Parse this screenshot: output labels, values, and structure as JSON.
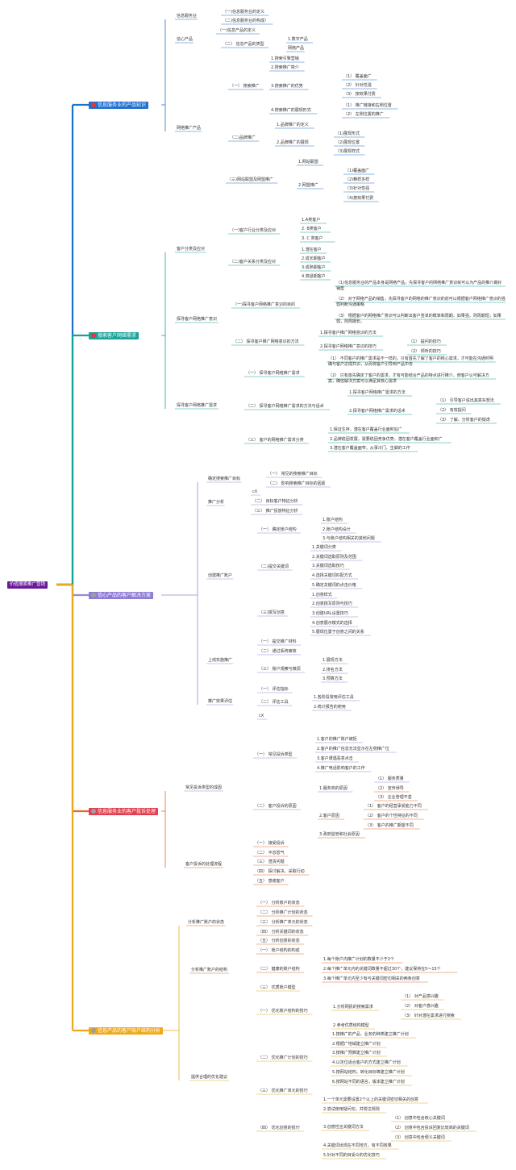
{
  "colors": {
    "root": "#6a1b9a",
    "b1": "#1f6fd1",
    "b2": "#1aa199",
    "b3": "#8e7bd6",
    "b4": "#e0404f",
    "b5": "#f0a818",
    "line_b1": "#1a73c9",
    "line_b2": "#12a39a",
    "line_b3": "#9a89d8",
    "line_b4": "#e06a2a",
    "line_b5": "#e8a820"
  },
  "root": "价值搜索推广营销",
  "branches": [
    {
      "label": "信息服务业的产品知识",
      "icon": "red-circle-icon"
    },
    {
      "label": "搜索客户网络需求",
      "icon": "red-circle-icon"
    },
    {
      "label": "信心产品的客户解决方案",
      "icon": "gray-circle-icon"
    },
    {
      "label": "信息服务业的客户投诉处理",
      "icon": "gray-circle-icon"
    },
    {
      "label": "信息产品的客户账户结构分析",
      "icon": "gray-circle-icon"
    }
  ],
  "nodes": [
    "信息服务业",
    "（一)信息服务业的定义",
    "（二)信息服务业的构成）",
    "信心产品",
    "（一)信息产品的定义",
    "（二） 信息产品的类型",
    "1.数字产品",
    "网络产品",
    "网络推广产品",
    "（一） 搜索推广",
    "1.搜索引擎营销",
    "2.搜索推广简介",
    "3.搜索推广的优势",
    "（1） 覆盖面广",
    "（2） 针对性强",
    "（3） 按效果付费",
    "4.搜索推广的展现形式",
    "（1） 推广链接和右侧位置",
    "（2） 左侧位置的推广",
    "（二)品牌推广",
    "1.品牌推广的定义",
    "2.品牌推广的展现",
    "（1)展现形式",
    "（2)展现位置",
    "（3)展现样式",
    "（三)网站联盟及网盟推广",
    "1.网站联盟",
    "2.网盟推广",
    "（1)覆盖面广",
    "（2)精样多样",
    "（3)针对性强",
    "（4)按效果付费",
    "客户分类及应对",
    "（一)客户行业分类及应对",
    "1.A类客户",
    "2. B类客户",
    "3. C 类客户",
    "（二)客户关系分类及应对",
    "1.潜在客户",
    "2.成长期客户",
    "3.成熟期客户",
    "4.衰退期客户",
    "探寻客户网络推广意识",
    "（一)探寻客户网络推广意识的目的",
    "（1)信息服务业的产品本身是网络产品，先探寻客户的网络推广意识就可以为产品的推介做好铺垫",
    "（2） 对于网络产品的销售，先探寻客户的网络的推广意识的前可以根据客户网络推广意识的强弱判断沟通策略",
    "（3） 根据客户的网络推广意识可以判断出客户签单的概率和周期，如果强，则周期短；如果弱，则周期长。",
    "（二） 探寻客户推广网络意识的方法",
    "1.探寻客户推广网络意识的方法",
    "2.探寻客户网络推广意识的技巧",
    "（1） 提问的技巧",
    "（2） 倾听的技巧",
    "探寻客户网络推广需求",
    "（一） 探寻客户网络推广需求",
    "（1） 不同客户的推广需求是不一样的，只有首先了解了客户的核心需求，才可能在沟通时明确与客户达成共识，从而将客户引导到产品中去",
    "（2） 只有首先确定了客户的需求，才有可能结合产品的特点进行推介，使客户认可解决方案，确信解决方案可以满足其核心需求",
    "（二） 探寻客户网络推广需求的方法与话术",
    "1.探寻客户网络推广需求的方法",
    "2.探寻客户网络推广需求的话术",
    "（1） 引导客户说出其真实想法",
    "（2） 有效提问",
    "（3） 了解、分析客户的疑虑",
    "（三） 客户的网络推广需求分类",
    "1.保证生存，潜在客户覆盖行业面积狂广",
    "2.品牌稳固发展，需要稳固竞争优势，潜在客户覆盖行业面积广",
    "3.潜在客户覆盖面窄，从事冷门、生僻的工作",
    "确定搜索推广目标",
    "（一） 常见的搜索推广目标",
    "（二） 影响搜索推广目标的因素",
    "推广分析",
    "cX",
    "（二） 目标客户特征分析",
    "（三） 推广投放特征分析",
    "创建推广账户",
    "（一） 确定账户结构",
    "1.账户结构",
    "2.账户结构设计",
    "3.与账户结构相关的其他问题",
    "（二)提交关键词",
    "1.关键词分类",
    "2.关键词选取原则及范围",
    "3.关键词选取技巧",
    "4.选择关键词匹配方式",
    "5.确定关键词的点击价格",
    "（三)撰写创意",
    "1.创意样式",
    "2.创意撰写原则与技巧",
    "3.创建URL设置技巧",
    "4.创意展示模式的选择",
    "5.展现位置于创意之间的关系",
    "上线实施推广",
    "（一） 提交推广材料",
    "（二） 通过系统审核",
    "（三） 账户观察与微调",
    "1.展现方法",
    "2.排名方法",
    "3.预算方法",
    "推广效果评估",
    "（一） 评估指标",
    "（二） 评估工具",
    "1.各阶段常用评估工具",
    "2.统计报告的使用",
    "cX",
    "常见投诉类型的成因",
    "（一） 常见投诉类型",
    "1.客户的推广账户被拒",
    "2.客户的推广信息无法显示在左侧推广位",
    "3.客户遭遇恶意点击",
    "4.推广电话影响客户的工作",
    "（二） 客户投诉的原因",
    "1.服务商的原因",
    "（1） 服务质量",
    "（2） 宣传误导",
    "（3） 企业管理不善",
    "2.客户原因",
    "（1） 客户的经营承受能力不同",
    "（2） 客户的个性特征的不同",
    "（3） 客户的推广期望不同",
    "3.政府监管和社会原因",
    "客户投诉的处理流程",
    "（一） 接受投诉",
    "（二） 平息怨气",
    "（三） 澄清问题",
    "（四） 探讨解决，采取行动",
    "（五） 感谢客户",
    "分析推广账户的状态",
    "（一） 分析账户的状态",
    "（二） 分析推广计划的状态",
    "（三） 分析推广单元的状态",
    "（四） 分析关键词的状态",
    "（五） 分析创意的状态",
    "分析推广账户的结构",
    "（一） 账户结构的构成",
    "（二） 健康的账户结构",
    "1.每个账户内推广计划的数量不少于2个",
    "2.每个推广单元内的关键词数量不超过30个，建议保持在5～15个",
    "3.每个推广单元内至少有与关键词密切相关的两条创意",
    "（三） 优质账户模型",
    "提供合理的优化建议",
    "（一） 优化账户结构的技巧",
    "1.分析网民的搜索需求",
    "（1） 对产品感兴趣",
    "（2） 对客户感兴趣",
    "（3） 针对潜在需求进行搜索",
    "2.参考优质结构模型",
    "（二） 优化推广计划的技巧",
    "1.按推广的产品、业务的种类建立推广计划",
    "2.根据广地域建立推广计划",
    "3.按推广预算建立推广计划",
    "4.以定位适合客户的方式建立推广计划",
    "5.按网站结构，转化目标等建立推广计划",
    "6.按网站不同的语言，版本建立推广计划",
    "（三） 优化推广单元的技巧",
    "（四） 优化创意的技巧",
    "1.一个单元需要设置2个以上的关键词密切相关的创意",
    "2.尝试使用疑问句，并附注规则",
    "3.创意性言关键词方法",
    "（1） 创意中包含核心关键词",
    "（2） 创意中包含投诉回复比较高的关键词",
    "（3） 创意中包含便义关键词",
    "4.关键词出现在不同地方，有不同效果",
    "5.针对不同的目受众的优化技巧"
  ]
}
